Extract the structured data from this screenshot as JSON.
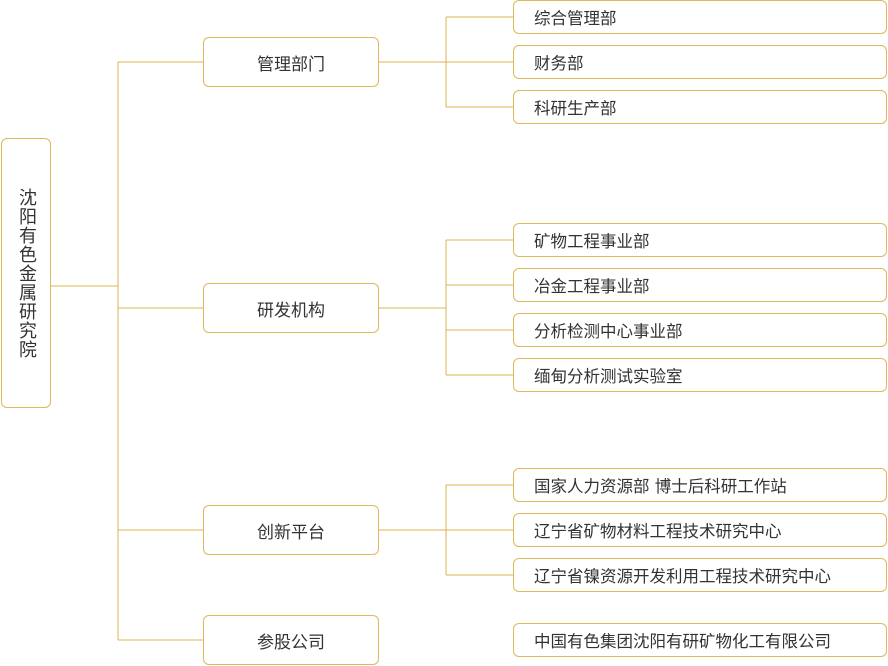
{
  "root": {
    "label": "沈阳有色金属研究院"
  },
  "categories": [
    {
      "label": "管理部门",
      "items": [
        "综合管理部",
        "财务部",
        "科研生产部"
      ]
    },
    {
      "label": "研发机构",
      "items": [
        "矿物工程事业部",
        "冶金工程事业部",
        "分析检测中心事业部",
        "缅甸分析测试实验室"
      ]
    },
    {
      "label": "创新平台",
      "items": [
        "国家人力资源部 博士后科研工作站",
        "辽宁省矿物材料工程技术研究中心",
        "辽宁省镍资源开发利用工程技术研究中心"
      ]
    },
    {
      "label": "参股公司",
      "items": [
        "中国有色集团沈阳有研矿物化工有限公司"
      ]
    }
  ],
  "colors": {
    "border": "#dcb95a",
    "connector": "#d9b553",
    "text": "#333333",
    "background": "#ffffff"
  }
}
